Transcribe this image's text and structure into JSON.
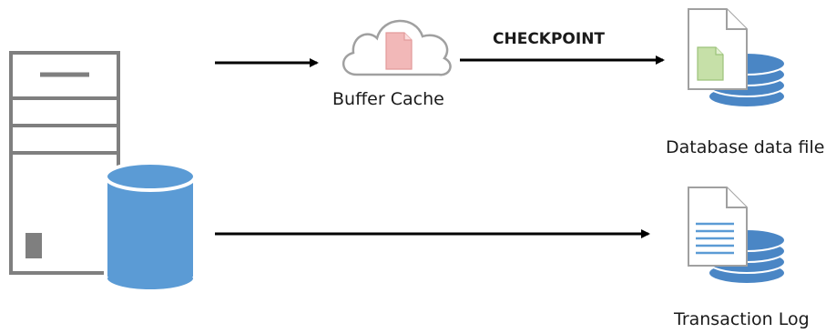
{
  "labels": {
    "buffer_cache": "Buffer Cache",
    "checkpoint": "CHECKPOINT",
    "data_file": "Database data file",
    "transaction_log": "Transaction Log"
  },
  "colors": {
    "server_stroke": "#7f7f7f",
    "database_blue": "#5b9bd5",
    "disk_blue": "#4a86c5",
    "cloud_stroke": "#a0a0a0",
    "page_red": "#f2b8b8",
    "page_green": "#c6e0a8",
    "arrow": "#000000"
  },
  "icons": [
    "server-icon",
    "database-cylinder-icon",
    "cloud-icon",
    "document-icon",
    "disk-stack-icon"
  ]
}
